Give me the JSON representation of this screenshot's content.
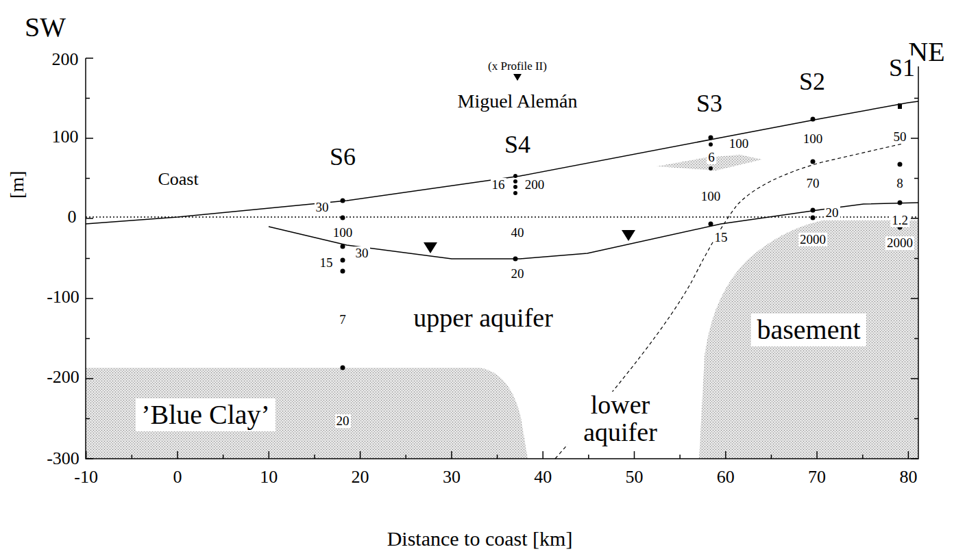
{
  "diagram": {
    "nodes": [
      {
        "text": [
          "’Blue Clay’"
        ]
      },
      {
        "text": [
          "basement"
        ]
      }
    ],
    "labels": [
      "SW",
      "NE",
      "200",
      "100",
      "0",
      "-100",
      "-200",
      "-300",
      "[m]",
      "-10",
      "0",
      "10",
      "20",
      "30",
      "40",
      "50",
      "60",
      "70",
      "80",
      "Distance to coast [km]",
      "(x Profile II)",
      "Miguel Alemán",
      "S6",
      "S4",
      "S3",
      "S2",
      "S1",
      "Coast",
      "30",
      "100",
      "30",
      "15",
      "7",
      "20",
      "16",
      "200",
      "40",
      "20",
      "100",
      "6",
      "100",
      "15",
      "100",
      "70",
      "20",
      "2000",
      "50",
      "8",
      "1.2",
      "2000",
      "upper aquifer",
      "lower aquifer"
    ]
  }
}
